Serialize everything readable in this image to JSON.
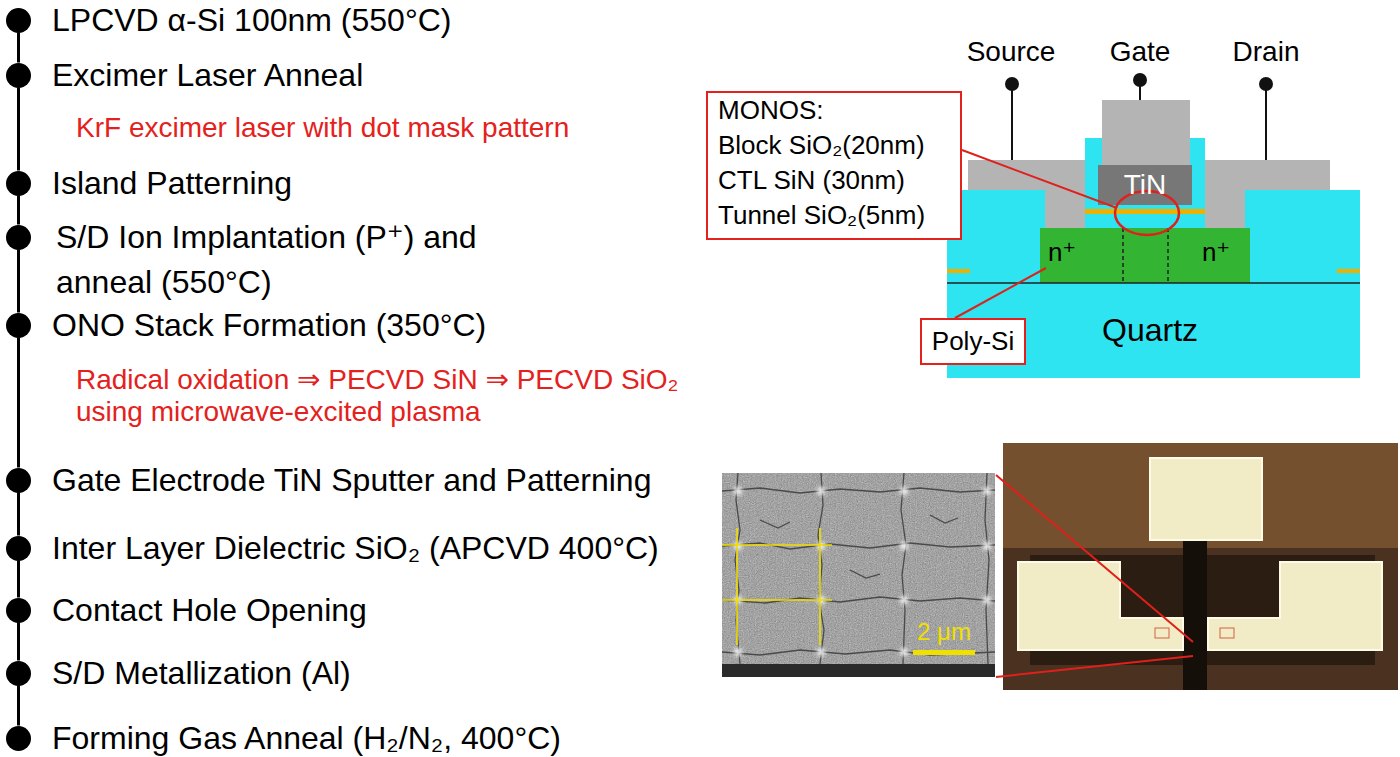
{
  "diagram": {
    "nodes": [
      {
        "text": [
          "LPCVD α-Si 100nm (550°C)"
        ]
      },
      {
        "text": [
          "Excimer Laser Anneal",
          "KrF excimer laser with dot mask pattern"
        ]
      },
      {
        "text": [
          "Island Patterning"
        ]
      },
      {
        "text": [
          "S/D Ion Implantation (P⁺) and anneal (550°C)"
        ]
      },
      {
        "text": [
          "ONO Stack Formation (350°C)",
          "Radical oxidation ⇒ PECVD SiN ⇒ PECVD SiO₂ using microwave-excited plasma"
        ]
      },
      {
        "text": [
          "Gate Electrode TiN Sputter and Patterning"
        ]
      },
      {
        "text": [
          "Inter Layer Dielectric SiO₂ (APCVD 400°C)"
        ]
      },
      {
        "text": [
          "Contact Hole Opening"
        ]
      },
      {
        "text": [
          "S/D Metallization (Al)"
        ]
      },
      {
        "text": [
          "Forming Gas Anneal (H₂/N₂, 400°C)"
        ]
      },
      {
        "text": [
          "MONOS:",
          "Block SiO₂(20nm)",
          "CTL SiN (30nm)",
          "Tunnel SiO₂(5nm)"
        ]
      },
      {
        "text": [
          "Poly-Si"
        ]
      }
    ],
    "edges": [
      {
        "from": 0,
        "to": 1,
        "arrow": "none"
      },
      {
        "from": 1,
        "to": 2,
        "arrow": "none"
      },
      {
        "from": 2,
        "to": 3,
        "arrow": "none"
      },
      {
        "from": 3,
        "to": 4,
        "arrow": "none"
      },
      {
        "from": 4,
        "to": 5,
        "arrow": "none"
      },
      {
        "from": 5,
        "to": 6,
        "arrow": "none"
      },
      {
        "from": 6,
        "to": 7,
        "arrow": "none"
      },
      {
        "from": 7,
        "to": 8,
        "arrow": "none"
      },
      {
        "from": 8,
        "to": 9,
        "arrow": "none"
      }
    ],
    "labels": [
      "Source",
      "Gate",
      "Drain",
      "TiN",
      "n⁺",
      "n⁺",
      "Quartz",
      "2 μm"
    ]
  }
}
